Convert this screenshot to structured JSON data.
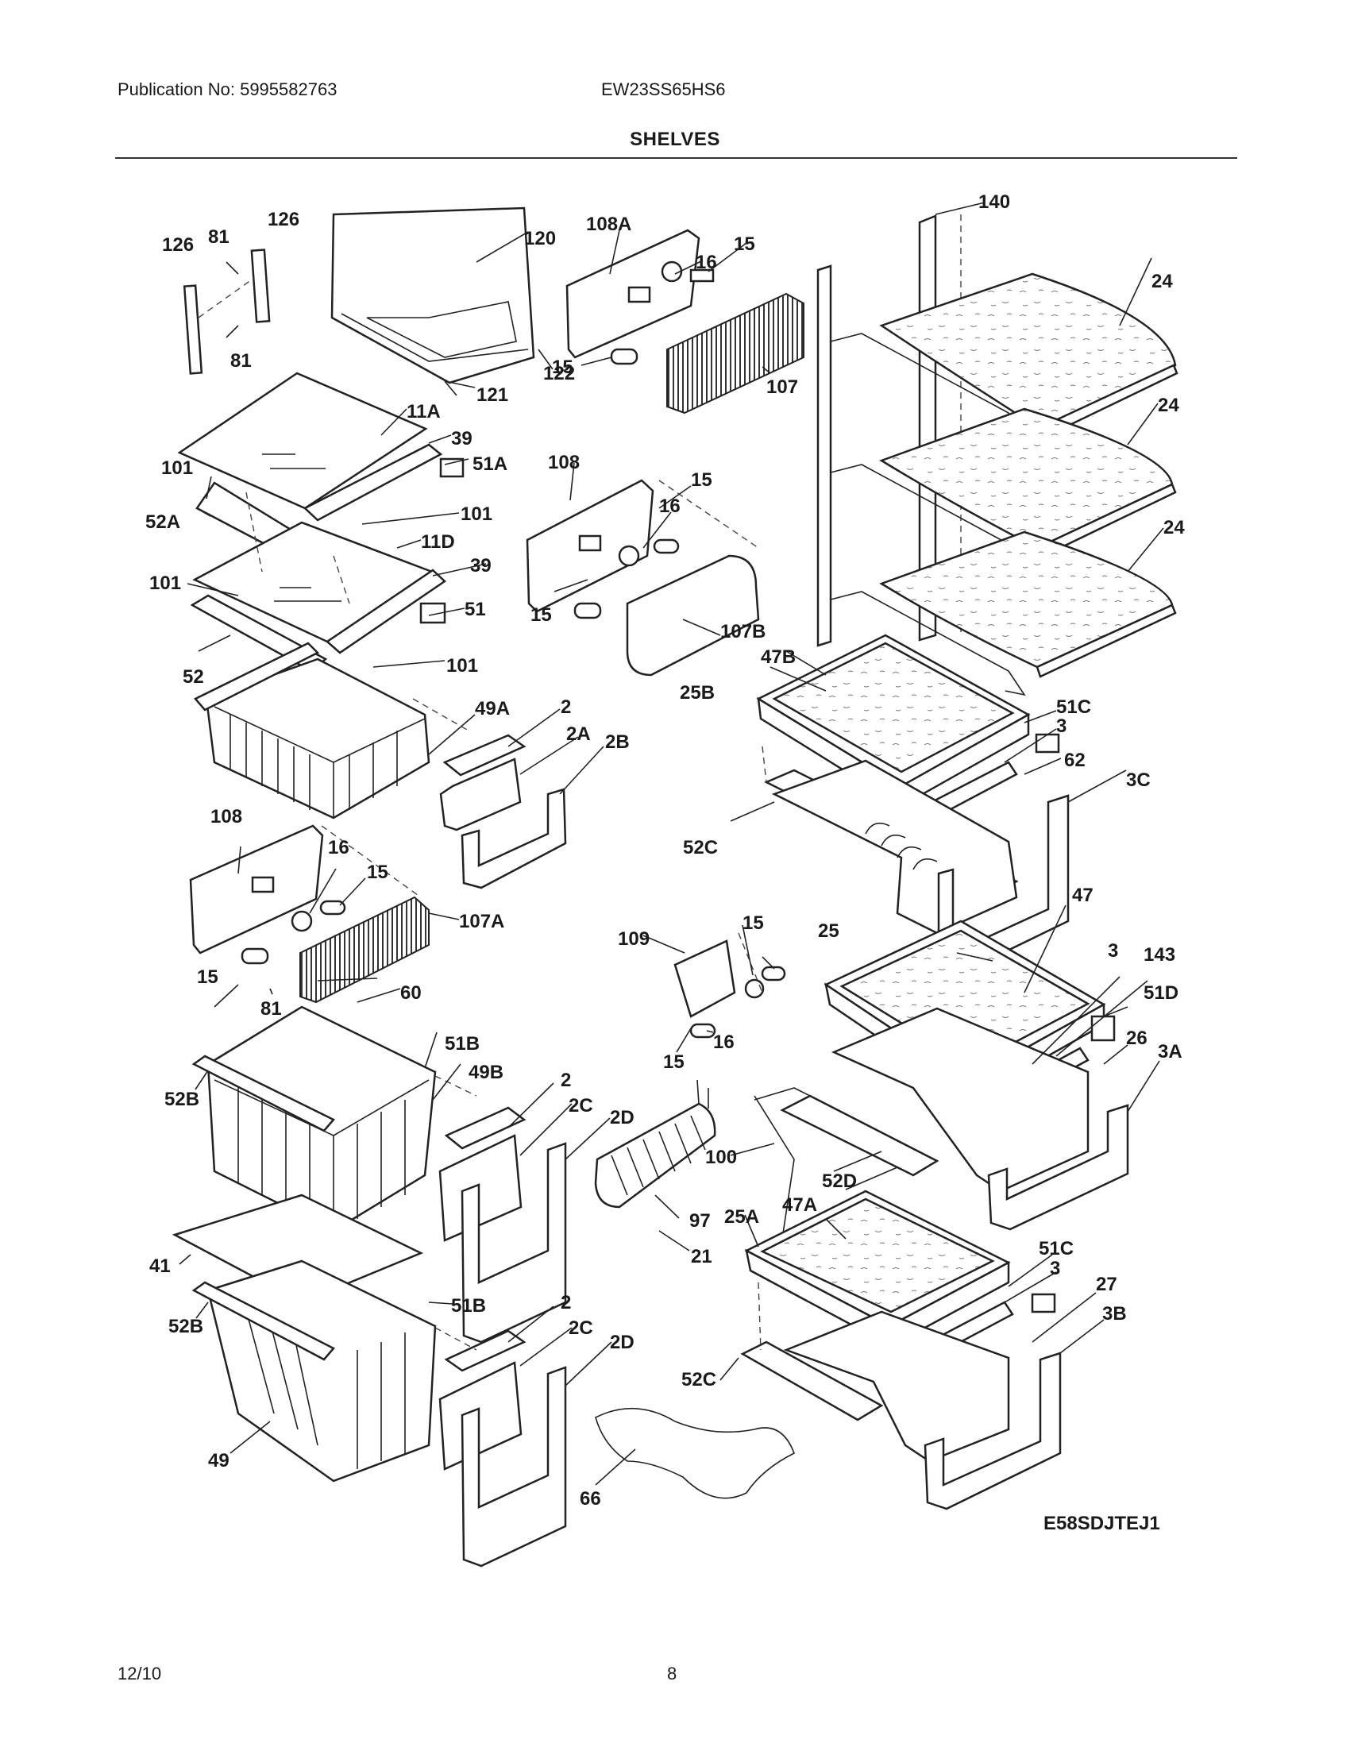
{
  "header": {
    "publication": "Publication No: 5995582763",
    "model": "EW23SS65HS6",
    "section": "SHELVES"
  },
  "footer": {
    "date": "12/10",
    "page": "8",
    "drawing_code": "E58SDJTEJ1"
  },
  "callouts": {
    "c126a": "126",
    "c126b": "126",
    "c81a": "81",
    "c81b": "81",
    "c81c": "81",
    "c120": "120",
    "c121": "121",
    "c122": "122",
    "c108A": "108A",
    "c108a": "108",
    "c108b": "108",
    "c16a": "16",
    "c16b": "16",
    "c16c": "16",
    "c16d": "16",
    "c15a": "15",
    "c15b": "15",
    "c15c": "15",
    "c15d": "15",
    "c15e": "15",
    "c15f": "15",
    "c15g": "15",
    "c15h": "15",
    "c107": "107",
    "c107A": "107A",
    "c107B": "107B",
    "c109": "109",
    "c140": "140",
    "c24a": "24",
    "c24b": "24",
    "c24c": "24",
    "c11A": "11A",
    "c11D": "11D",
    "c39a": "39",
    "c39b": "39",
    "c101a": "101",
    "c101b": "101",
    "c101c": "101",
    "c101d": "101",
    "c51A": "51A",
    "c51": "51",
    "c52A": "52A",
    "c52": "52",
    "c49A": "49A",
    "c49B": "49B",
    "c49": "49",
    "c2a": "2",
    "c2b": "2",
    "c2c": "2",
    "c2A": "2A",
    "c2B": "2B",
    "c2Ca": "2C",
    "c2Cb": "2C",
    "c2Da": "2D",
    "c2Db": "2D",
    "c25B": "25B",
    "c47B": "47B",
    "c51Ca": "51C",
    "c51Cb": "51C",
    "c3a": "3",
    "c3b": "3",
    "c3c": "3",
    "c62": "62",
    "c3C": "3C",
    "c52Ca": "52C",
    "c52Cb": "52C",
    "c25": "25",
    "c47": "47",
    "c143": "143",
    "c51D": "51D",
    "c26": "26",
    "c3A": "3A",
    "c52D": "52D",
    "c100": "100",
    "c97": "97",
    "c21": "21",
    "c25A": "25A",
    "c47A": "47A",
    "c27": "27",
    "c3B": "3B",
    "c60": "60",
    "c51Ba": "51B",
    "c51Bb": "51B",
    "c52Ba": "52B",
    "c52Bb": "52B",
    "c41": "41",
    "c66": "66"
  }
}
